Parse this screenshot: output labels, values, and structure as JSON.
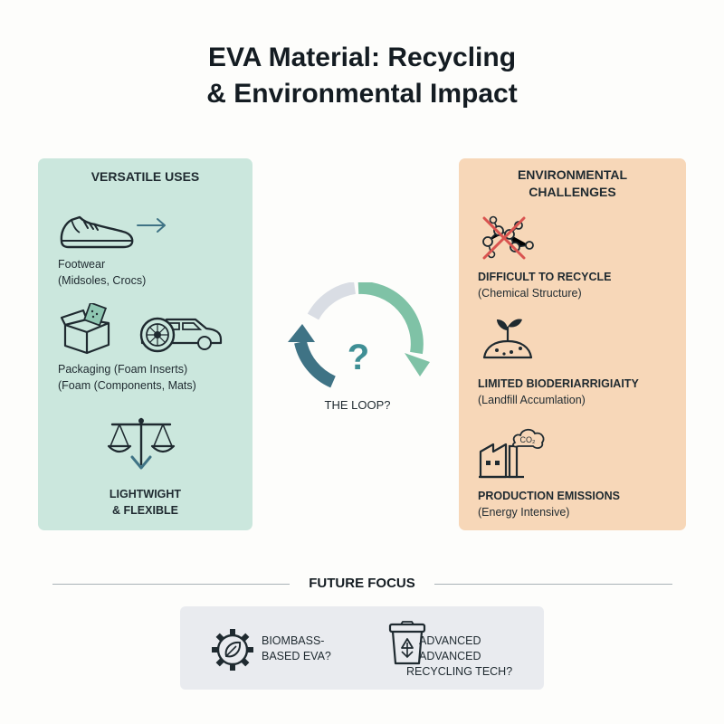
{
  "title": {
    "line1": "EVA Material: Recycling",
    "line2": "& Environmental Impact"
  },
  "left_panel": {
    "heading": "VERSATILE USES",
    "footwear": {
      "line1": "Footwear",
      "line2": "(Midsoles, Crocs)"
    },
    "packaging": {
      "line1": "Packaging (Foam Inserts)",
      "line2": "(Foam (Components, Mats)"
    },
    "property": {
      "line1": "LIGHTWIGHT",
      "line2": "& FLEXIBLE"
    },
    "icons": [
      "shoe-icon",
      "arrow-right-icon",
      "box-icon",
      "car-icon",
      "balance-scale-icon"
    ]
  },
  "center": {
    "symbol": "?",
    "label": "THE LOOP?",
    "colors": {
      "teal": "#3f7385",
      "green": "#7fc2a6",
      "grey": "#d9dde4"
    }
  },
  "right_panel": {
    "heading": {
      "line1": "ENVIRONMENTAL",
      "line2": "CHALLENGES"
    },
    "item1": {
      "title": "DIFFICULT TO RECYCLE",
      "detail": "(Chemical Structure)"
    },
    "item2": {
      "title": "LIMITED BIODERIARRIGIAITY",
      "detail": "(Landfill Accumlation)"
    },
    "item3": {
      "title": "PRODUCTION EMISSIONS",
      "detail": "(Energy Intensive)"
    },
    "co2_label": "CO₂",
    "icons": [
      "crossed-molecule-icon",
      "sprout-in-soil-icon",
      "factory-emissions-icon"
    ]
  },
  "future": {
    "heading": "FUTURE FOCUS",
    "item1": {
      "line1": "BIOMBASS-",
      "line2": "BASED EVA?"
    },
    "item2": {
      "line1": "ADVANCED",
      "line2": "ADVANCED",
      "line3": "RECYCLING TECH?"
    },
    "icons": [
      "gear-leaf-icon",
      "recycling-bin-icon"
    ]
  },
  "colors": {
    "left_panel": "#cbe7dd",
    "right_panel": "#f7d7b8",
    "future_box": "#e9ebef",
    "cross_red": "#d9534f"
  }
}
